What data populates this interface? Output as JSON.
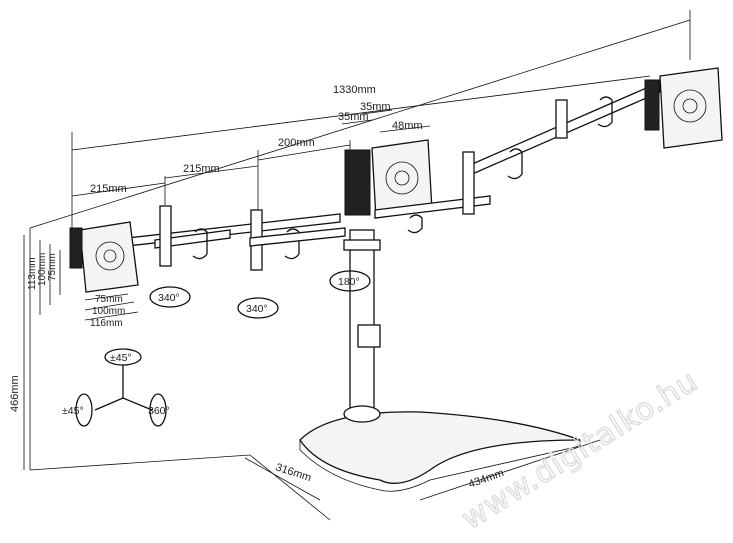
{
  "dimensions": {
    "total_width": "1330mm",
    "left_span_a": "215mm",
    "left_span_b": "215mm",
    "center_span": "200mm",
    "top_35_a": "35mm",
    "top_35_b": "35mm",
    "plate_48": "48mm",
    "height_total": "466mm",
    "vesa_v_113": "113mm",
    "vesa_v_100": "100mm",
    "vesa_v_75": "75mm",
    "vesa_h_75": "75mm",
    "vesa_h_100": "100mm",
    "vesa_h_116": "116mm",
    "base_depth": "316mm",
    "base_width": "434mm"
  },
  "rotation_badges": {
    "left_340": "340°",
    "mid_340": "340°",
    "center_180": "180°",
    "tilt_up": "±45°",
    "tilt_side": "±45°",
    "rotate_360": "360°"
  },
  "watermark": "www.digitalko.hu",
  "colors": {
    "line": "#111111",
    "watermark": "#d9d9d9",
    "background": "#ffffff"
  }
}
